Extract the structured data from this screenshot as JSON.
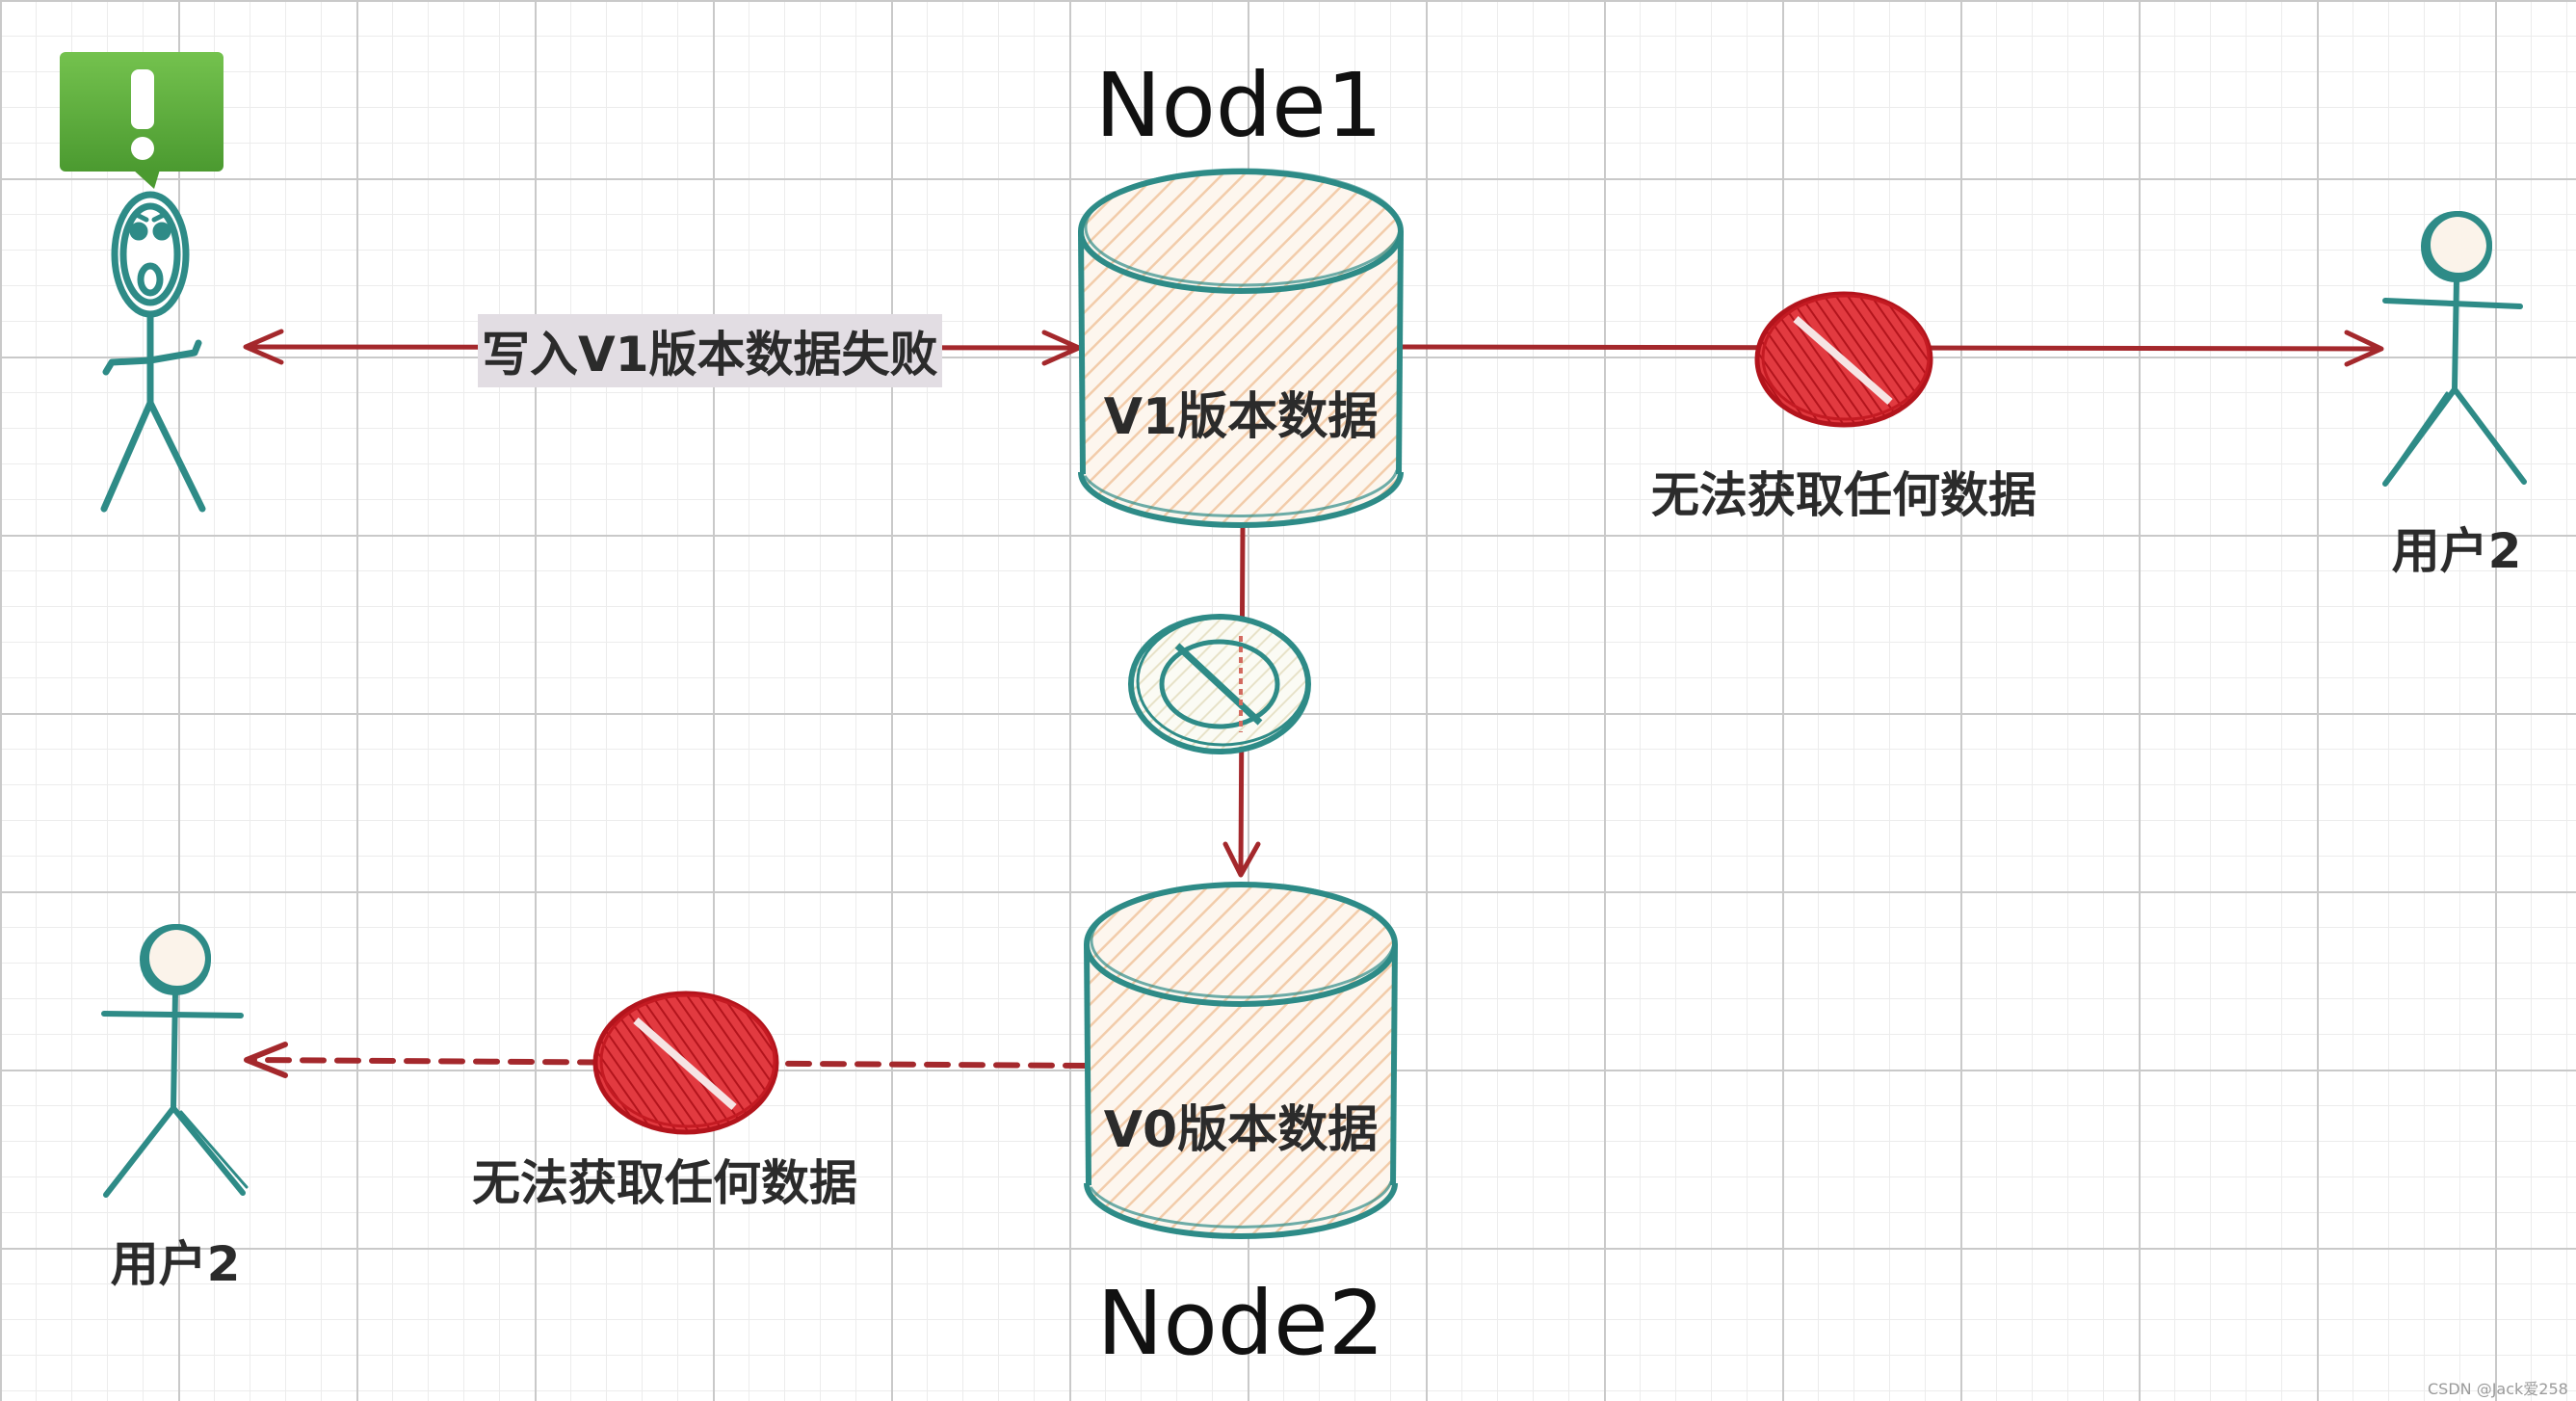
{
  "nodes": {
    "node1": {
      "title": "Node1",
      "db_label": "V1版本数据"
    },
    "node2": {
      "title": "Node2",
      "db_label": "V0版本数据"
    }
  },
  "edges": {
    "write_fail": {
      "label": "写入V1版本数据失败"
    },
    "node1_to_user": {
      "label": "无法获取任何数据"
    },
    "node2_to_user": {
      "label": "无法获取任何数据"
    }
  },
  "actors": {
    "top_right_user": {
      "label": "用户2"
    },
    "bottom_left_user": {
      "label": "用户2"
    }
  },
  "watermark": "CSDN @Jack爱258",
  "colors": {
    "teal": "#2e8b87",
    "dark_red": "#a4282c",
    "block_red": "#d32029",
    "hachure": "#f2ccaa",
    "alert_green": "#5aa83a"
  },
  "icons": [
    "alert-icon",
    "blocked-icon",
    "stick-figure-icon"
  ]
}
